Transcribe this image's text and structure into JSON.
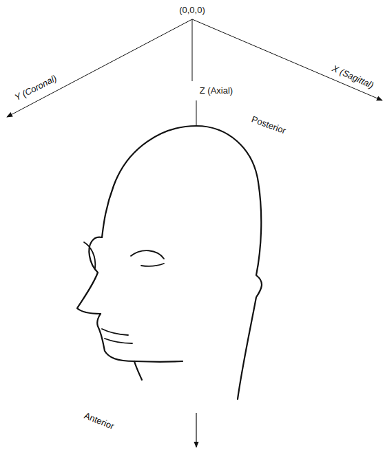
{
  "diagram": {
    "labels": [
      "(0,0,0)",
      "Y (Coronal)",
      "Z (Axial)",
      "X (Sagittal)",
      "Posterior",
      "Anterior"
    ]
  }
}
